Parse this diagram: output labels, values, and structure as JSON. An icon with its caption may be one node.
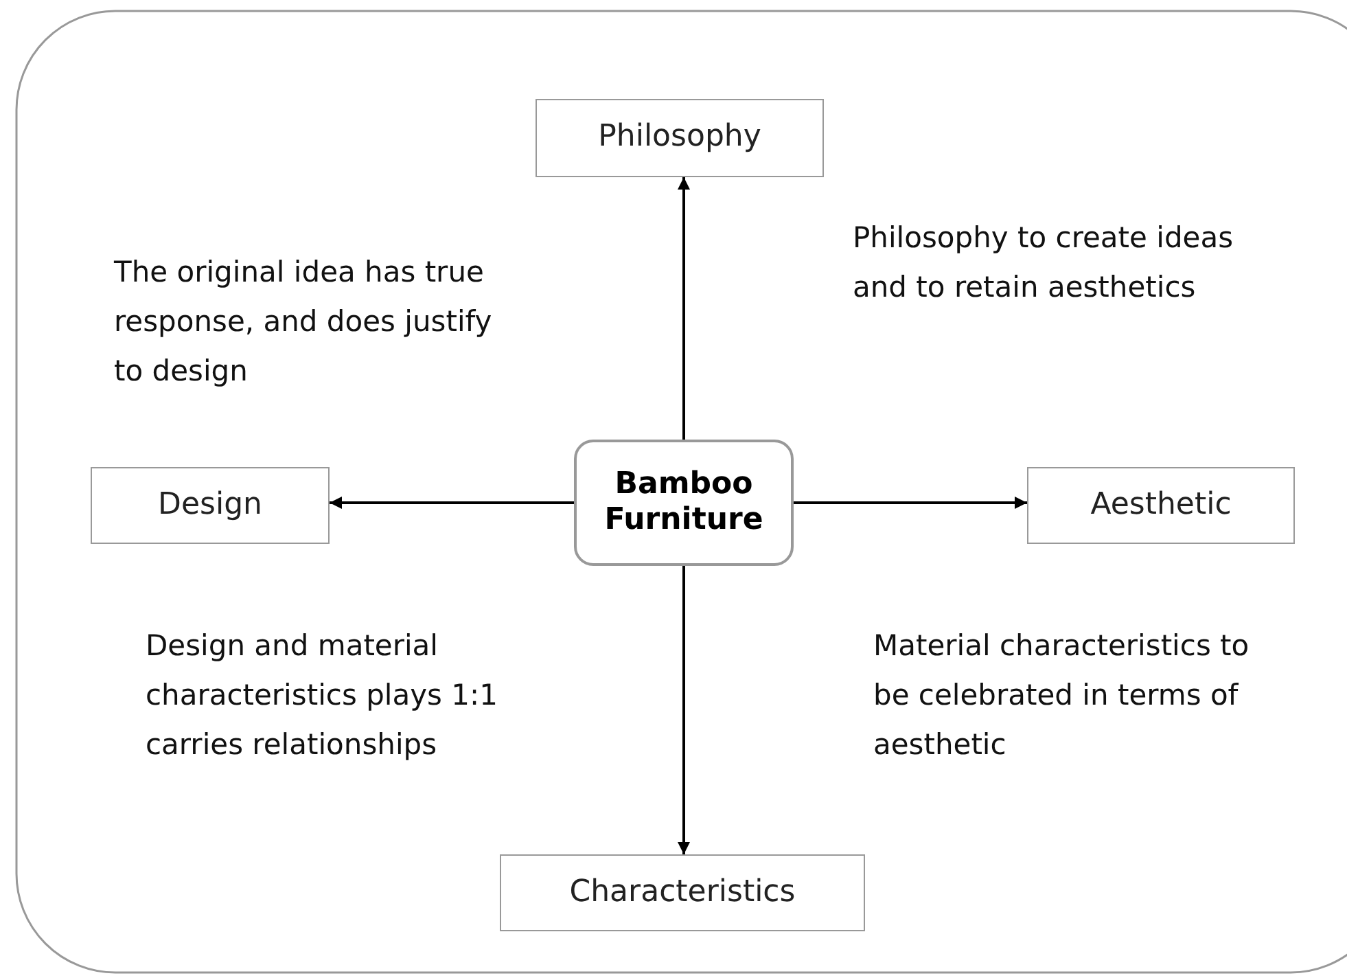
{
  "diagram": {
    "nodes": [
      {
        "text": [
          "Philosophy"
        ]
      },
      {
        "text": [
          "Design"
        ]
      },
      {
        "text": [
          "Bamboo Furniture"
        ]
      },
      {
        "text": [
          "Aesthetic"
        ]
      },
      {
        "text": [
          "Characteristics"
        ]
      }
    ],
    "edges": [
      {
        "from": 2,
        "to": 0,
        "arrow": "to"
      },
      {
        "from": 2,
        "to": 1,
        "arrow": "to"
      },
      {
        "from": 2,
        "to": 3,
        "arrow": "to"
      },
      {
        "from": 2,
        "to": 4,
        "arrow": "to"
      }
    ],
    "labels": [
      "The original idea has true response, and does justify to design",
      "Philosophy to create ideas and to retain aesthetics",
      "Design and material characteristics plays 1:1 carries relationships",
      "Material characteristics to be celebrated in terms of aesthetic"
    ]
  }
}
